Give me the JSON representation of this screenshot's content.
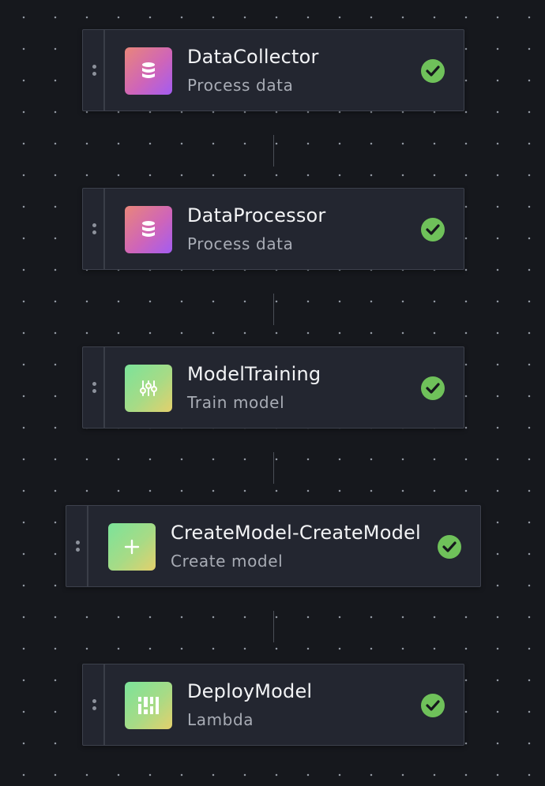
{
  "pipeline": {
    "steps": [
      {
        "title": "DataCollector",
        "subtitle": "Process data",
        "icon": "database-icon",
        "icon_color": "pink",
        "status": "succeeded"
      },
      {
        "title": "DataProcessor",
        "subtitle": "Process data",
        "icon": "database-icon",
        "icon_color": "pink",
        "status": "succeeded"
      },
      {
        "title": "ModelTraining",
        "subtitle": "Train model",
        "icon": "sliders-icon",
        "icon_color": "green",
        "status": "succeeded"
      },
      {
        "title": "CreateModel-CreateModel",
        "subtitle": "Create model",
        "icon": "plus-icon",
        "icon_color": "green",
        "status": "succeeded"
      },
      {
        "title": "DeployModel",
        "subtitle": "Lambda",
        "icon": "lambda-grid-icon",
        "icon_color": "green",
        "status": "succeeded"
      }
    ]
  },
  "colors": {
    "background": "#16181d",
    "node_background": "#232630",
    "success": "#6fc15a"
  }
}
